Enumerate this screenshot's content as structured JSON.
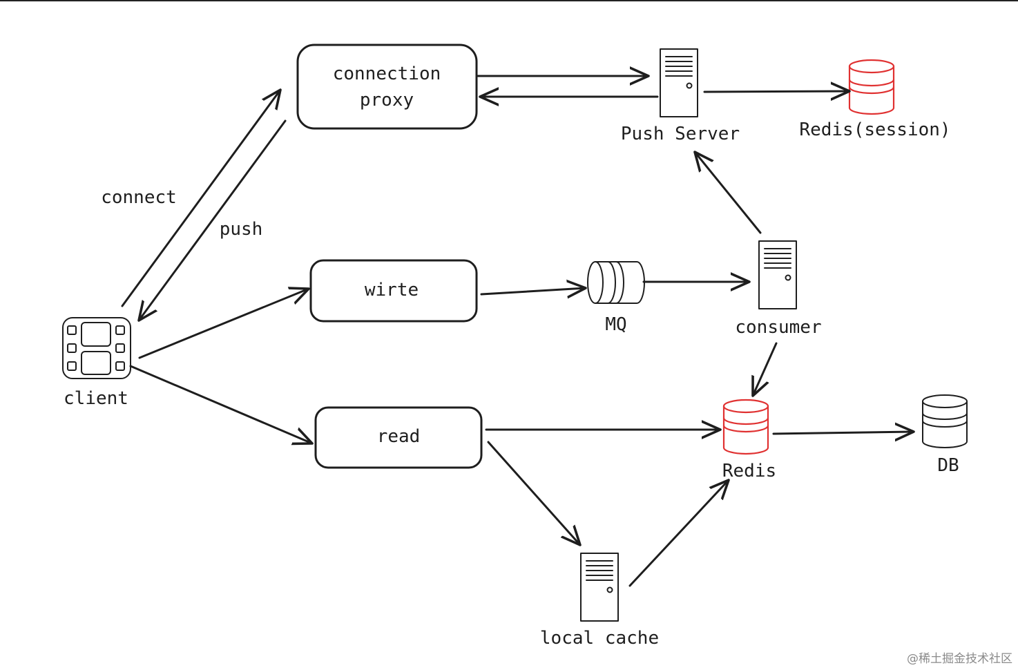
{
  "nodes": {
    "connection_proxy": {
      "line1": "connection",
      "line2": "proxy"
    },
    "wirte": "wirte",
    "read": "read",
    "push_server": "Push Server",
    "redis_session": "Redis(session)",
    "mq": "MQ",
    "consumer": "consumer",
    "redis": "Redis",
    "db": "DB",
    "client": "client",
    "local_cache": "local cache"
  },
  "edge_labels": {
    "connect": "connect",
    "push": "push"
  },
  "colors": {
    "stroke": "#1e1e1e",
    "accent": "#e03131"
  },
  "watermark": "@稀土掘金技术社区"
}
